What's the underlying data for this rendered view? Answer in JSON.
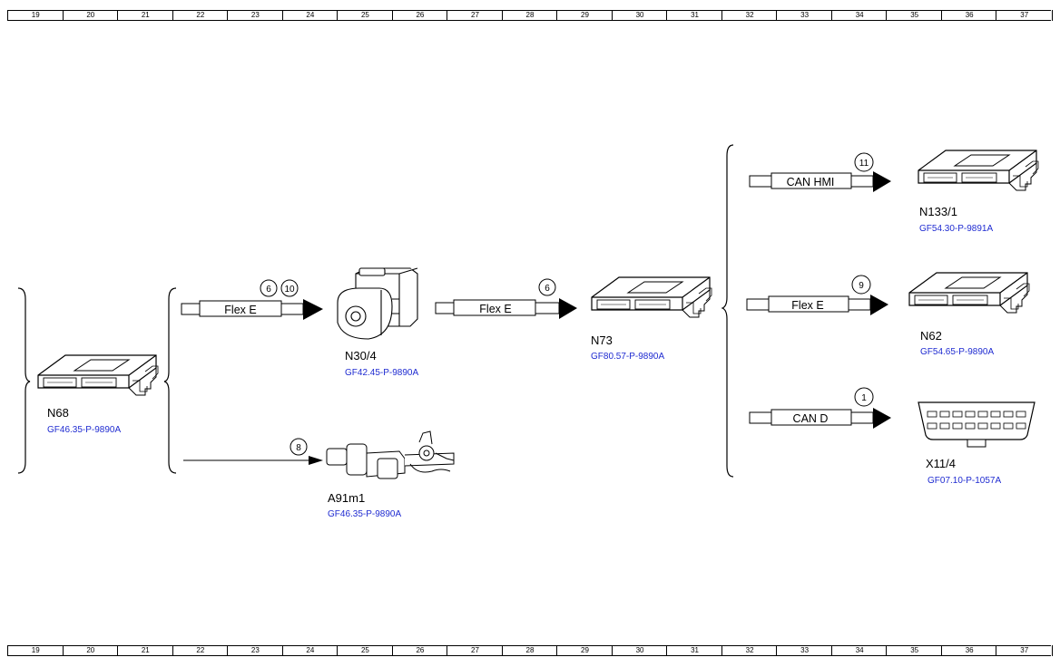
{
  "ruler": {
    "columns": [
      "19",
      "20",
      "21",
      "22",
      "23",
      "24",
      "25",
      "26",
      "27",
      "28",
      "29",
      "30",
      "31",
      "32",
      "33",
      "34",
      "35",
      "36",
      "37"
    ]
  },
  "components": {
    "n68": {
      "name": "N68",
      "ref": "GF46.35-P-9890A"
    },
    "n30_4": {
      "name": "N30/4",
      "ref": "GF42.45-P-9890A"
    },
    "a91m1": {
      "name": "A91m1",
      "ref": "GF46.35-P-9890A"
    },
    "n73": {
      "name": "N73",
      "ref": "GF80.57-P-9890A"
    },
    "n133_1": {
      "name": "N133/1",
      "ref": "GF54.30-P-9891A"
    },
    "n62": {
      "name": "N62",
      "ref": "GF54.65-P-9890A"
    },
    "x11_4": {
      "name": "X11/4",
      "ref": "GF07.10-P-1057A"
    }
  },
  "connections": {
    "n68_to_n30_4": {
      "bus": "Flex E",
      "callouts": [
        "6",
        "10"
      ]
    },
    "n68_to_a91m1": {
      "bus": "",
      "callouts": [
        "8"
      ]
    },
    "n30_4_to_n73": {
      "bus": "Flex E",
      "callouts": [
        "6"
      ]
    },
    "n73_to_n133_1": {
      "bus": "CAN HMI",
      "callouts": [
        "11"
      ]
    },
    "n73_to_n62": {
      "bus": "Flex E",
      "callouts": [
        "9"
      ]
    },
    "n73_to_x11_4": {
      "bus": "CAN D",
      "callouts": [
        "1"
      ]
    }
  }
}
